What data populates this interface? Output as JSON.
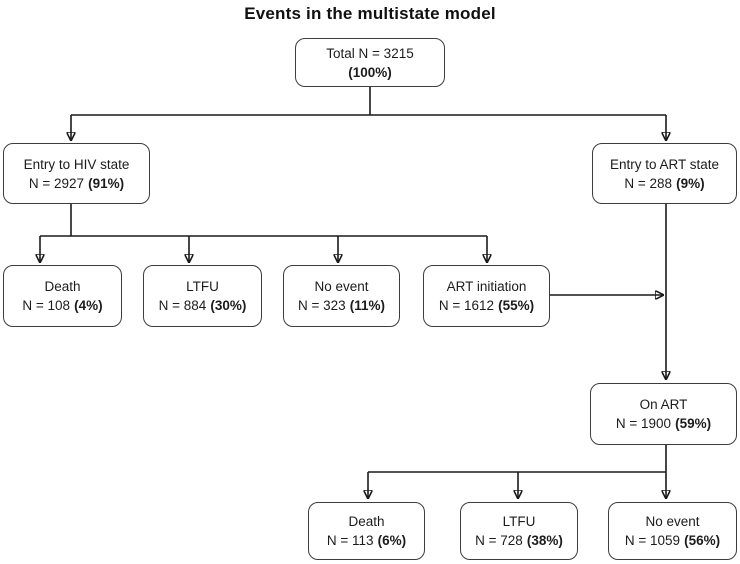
{
  "title": "Events in the multistate model",
  "colors": {
    "background": "#ffffff",
    "line": "#1a1a1a",
    "box_border": "#3d3d3d",
    "text": "#1c1c1c"
  },
  "nodes": {
    "total": {
      "line1": "Total N = 3215",
      "count": "",
      "percent": "(100%)"
    },
    "hiv_entry": {
      "line1": "Entry to HIV state",
      "count": "N = 2927",
      "percent": "(91%)"
    },
    "art_entry": {
      "line1": "Entry to ART state",
      "count": "N = 288",
      "percent": "(9%)"
    },
    "death_hiv": {
      "line1": "Death",
      "count": "N = 108",
      "percent": "(4%)"
    },
    "ltfu_hiv": {
      "line1": "LTFU",
      "count": "N = 884",
      "percent": "(30%)"
    },
    "no_event_hiv": {
      "line1": "No event",
      "count": "N = 323",
      "percent": "(11%)"
    },
    "art_initiation": {
      "line1": "ART initiation",
      "count": "N = 1612",
      "percent": "(55%)"
    },
    "on_art": {
      "line1": "On ART",
      "count": "N = 1900",
      "percent": "(59%)"
    },
    "death_art": {
      "line1": "Death",
      "count": "N = 113",
      "percent": "(6%)"
    },
    "ltfu_art": {
      "line1": "LTFU",
      "count": "N = 728",
      "percent": "(38%)"
    },
    "no_event_art": {
      "line1": "No event",
      "count": "N = 1059",
      "percent": "(56%)"
    }
  }
}
